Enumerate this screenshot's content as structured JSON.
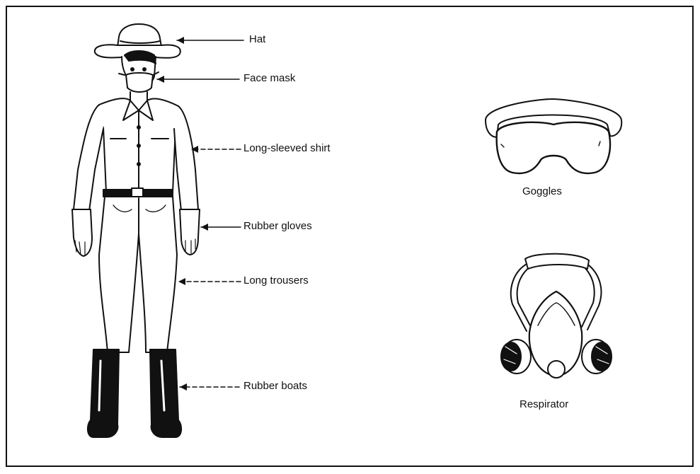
{
  "labels": {
    "hat": "Hat",
    "face_mask": "Face mask",
    "shirt": "Long-sleeved shirt",
    "gloves": "Rubber gloves",
    "trousers": "Long trousers",
    "boots": "Rubber boats"
  },
  "captions": {
    "goggles": "Goggles",
    "respirator": "Respirator"
  },
  "icons": {
    "figure": "worker-in-protective-clothing",
    "goggles": "goggles-icon",
    "respirator": "respirator-icon"
  },
  "colors": {
    "ink": "#111111",
    "background": "#ffffff"
  }
}
